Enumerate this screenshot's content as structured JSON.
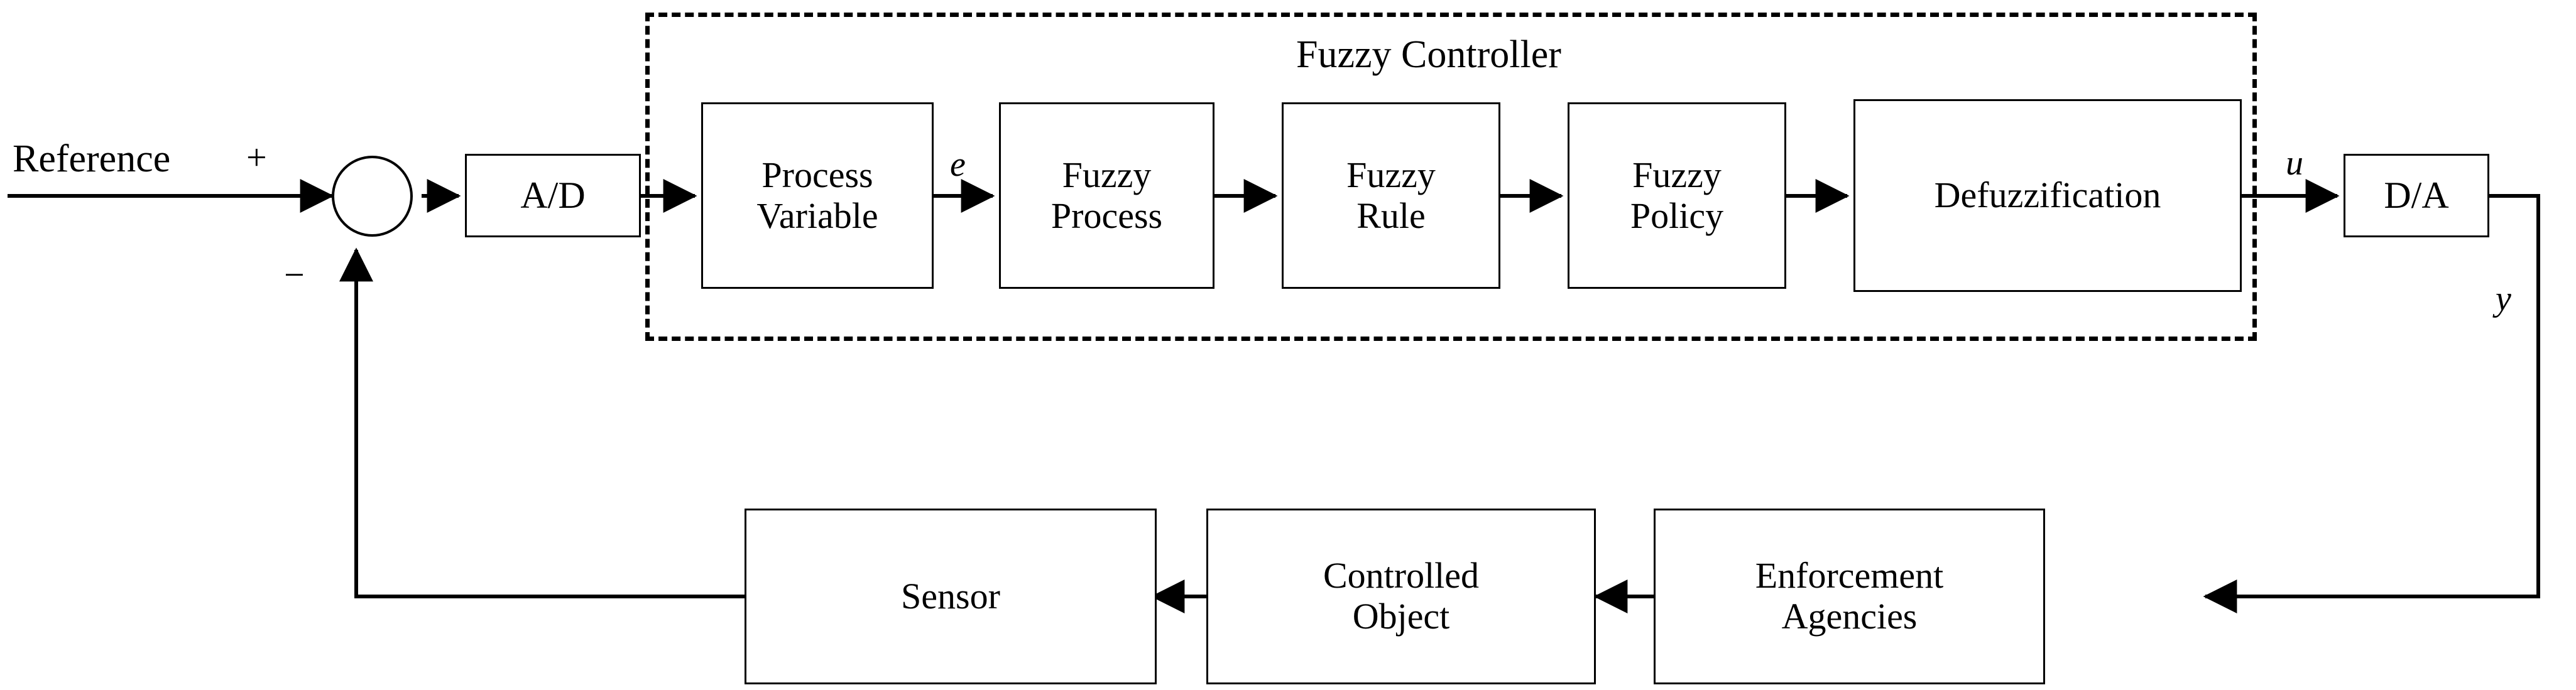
{
  "diagram": {
    "title_inside_dashed_box": "Fuzzy Controller",
    "signal_labels": {
      "error": "e",
      "control": "u",
      "output": "y",
      "plus": "+",
      "minus": "−"
    },
    "input_label": "Reference",
    "blocks": {
      "ad": "A/D",
      "da": "D/A",
      "process_variable": "Process\nVariable",
      "fuzzy_process": "Fuzzy\nProcess",
      "fuzzy_rule": "Fuzzy\nRule",
      "fuzzy_policy": "Fuzzy\nPolicy",
      "defuzzification": "Defuzzification",
      "sensor": "Sensor",
      "controlled_object": "Controlled\nObject",
      "enforcement_agencies": "Enforcement\nAgencies"
    },
    "colors": {
      "line": "#000000",
      "background": "#ffffff",
      "text": "#000000"
    }
  }
}
